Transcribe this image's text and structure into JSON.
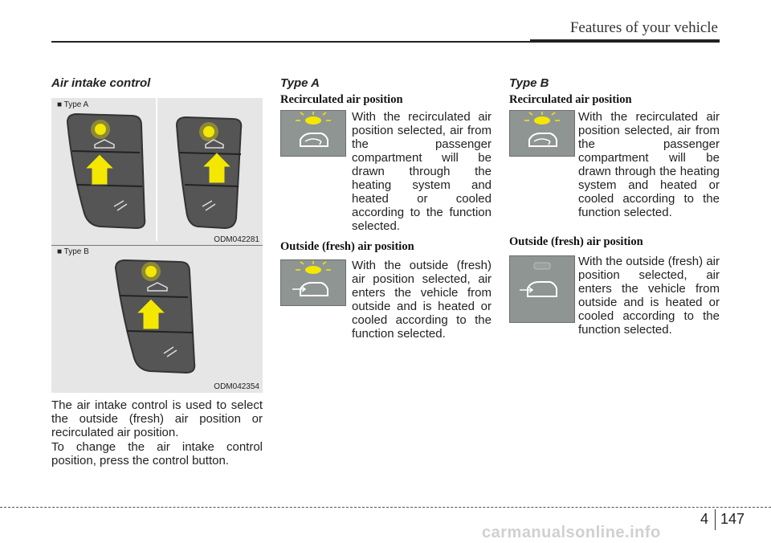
{
  "header": {
    "title": "Features of your vehicle"
  },
  "left": {
    "section_title": "Air intake control",
    "figure": {
      "type_a_label": "■ Type A",
      "type_a_code": "ODM042281",
      "type_b_label": "■ Type B",
      "type_b_code": "ODM042354"
    },
    "para1": "The air intake control is used to select the outside (fresh) air position or recirculated air position.",
    "para2": "To change the air intake control position, press the control button."
  },
  "type_a": {
    "title": "Type A",
    "recirc_head": "Recirculated air position",
    "recirc_text": "With the recirculated air position selected, air from the passenger compartment will be drawn through the heating system and heated or cooled according to the function selected.",
    "outside_head": "Outside (fresh) air position",
    "outside_text": "With the outside (fresh) air position selected, air enters the vehicle from outside and is heated or cooled according to the function selected."
  },
  "type_b": {
    "title": "Type B",
    "recirc_head": "Recirculated air position",
    "recirc_text": "With the recirculated air position selected, air from the passenger compartment will be drawn through the heating system and heated or cooled according to the function selected.",
    "outside_head": "Outside (fresh) air position",
    "outside_text": "With the outside (fresh) air position selected, air enters the vehicle from outside and is heated or cooled according to the function selected."
  },
  "footer": {
    "chapter": "4",
    "page": "147",
    "watermark": "carmanualsonline.info"
  },
  "icons": {
    "recirc": "recirculated-air-icon",
    "outside": "outside-air-icon",
    "indicator_on": "#f4e800",
    "indicator_off": "#9aa09e"
  }
}
